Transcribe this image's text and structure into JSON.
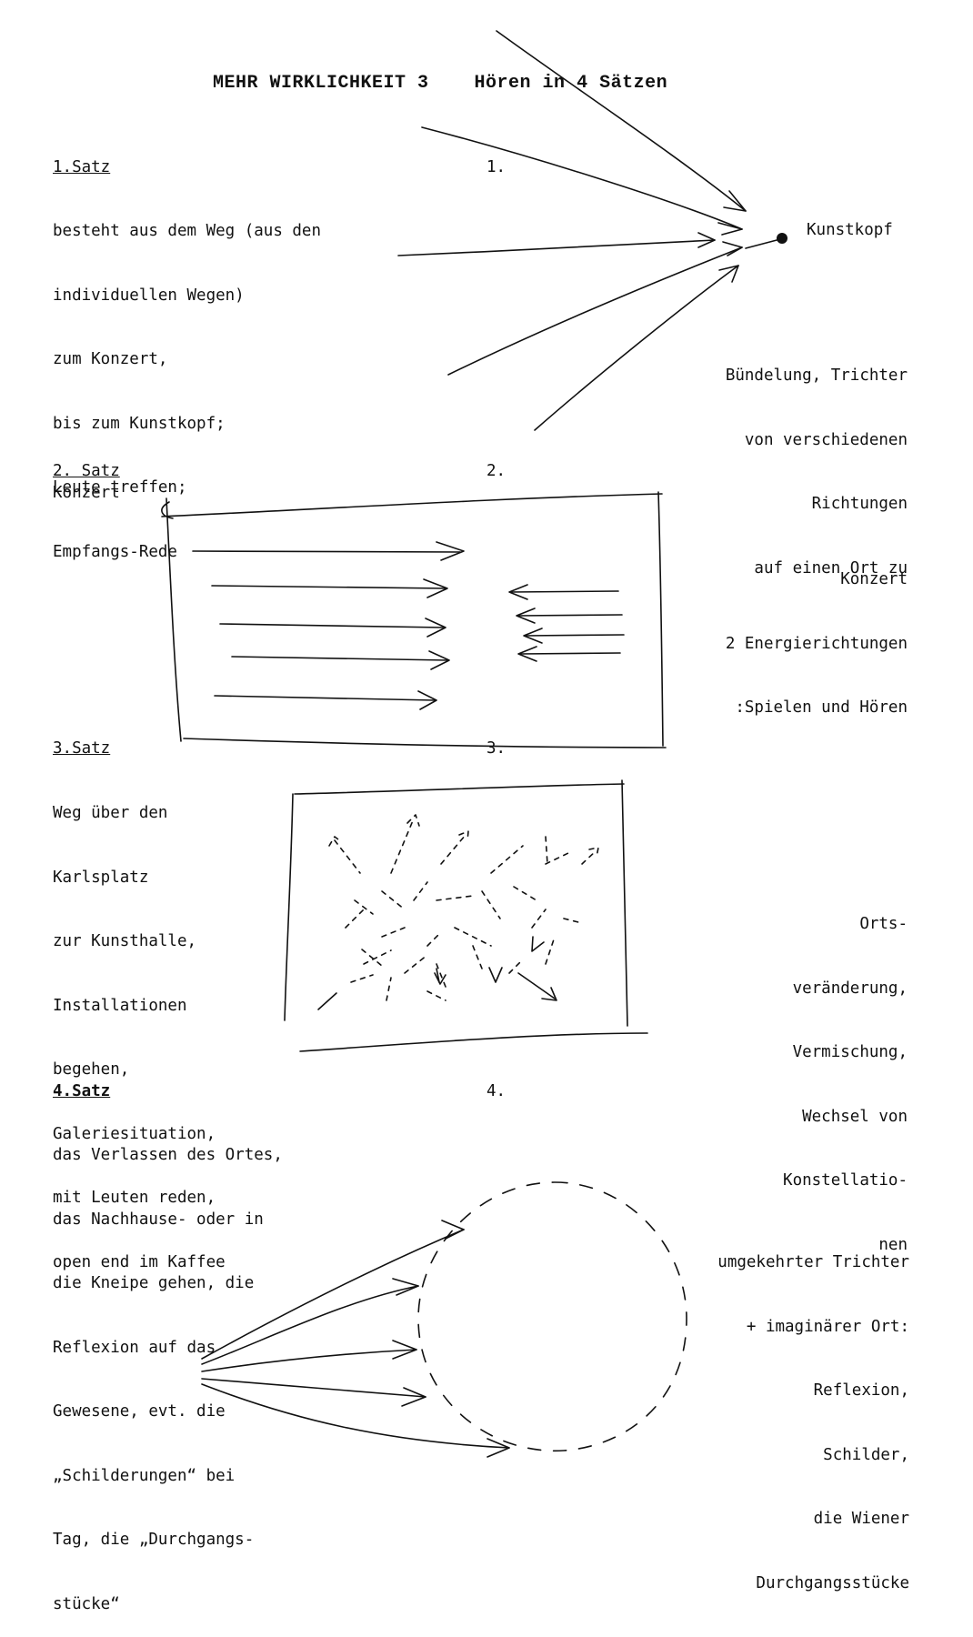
{
  "title": "MEHR WIRKLICHKEIT 3    Hören in 4 Sätzen",
  "sections": [
    {
      "heading": "1.Satz",
      "number": "1.",
      "body": [
        "besteht aus dem Weg (aus den",
        "individuellen Wegen)",
        "zum Konzert,",
        "bis zum Kunstkopf;",
        "Leute treffen;",
        "Empfangs-Rede"
      ],
      "point_label": "Kunstkopf",
      "caption": [
        "Bündelung, Trichter",
        "von verschiedenen",
        "Richtungen",
        "auf einen Ort zu"
      ]
    },
    {
      "heading": "2. Satz",
      "number": "2.",
      "body": [
        "Konzert"
      ],
      "caption": [
        "Konzert",
        "2 Energierichtungen",
        ":Spielen und Hören"
      ]
    },
    {
      "heading": "3.Satz",
      "number": "3.",
      "body": [
        "Weg über den",
        "Karlsplatz",
        "zur Kunsthalle,",
        "Installationen",
        "begehen,",
        "Galeriesituation,",
        "mit Leuten reden,",
        "open end im Kaffee"
      ],
      "caption": [
        "Orts-",
        "veränderung,",
        "Vermischung,",
        "Wechsel von",
        "Konstellatio-",
        "nen"
      ]
    },
    {
      "heading": "4.Satz",
      "number": "4.",
      "body": [
        "das Verlassen des Ortes,",
        "das Nachhause- oder in",
        "die Kneipe gehen, die",
        "Reflexion auf das",
        "Gewesene, evt. die",
        "„Schilderungen“ bei",
        "Tag, die „Durchgangs-",
        "stücke“"
      ],
      "caption": [
        "umgekehrter Trichter",
        "+ imaginärer Ort:",
        "Reflexion,",
        "Schilder,",
        "die Wiener",
        "Durchgangsstücke"
      ]
    }
  ]
}
